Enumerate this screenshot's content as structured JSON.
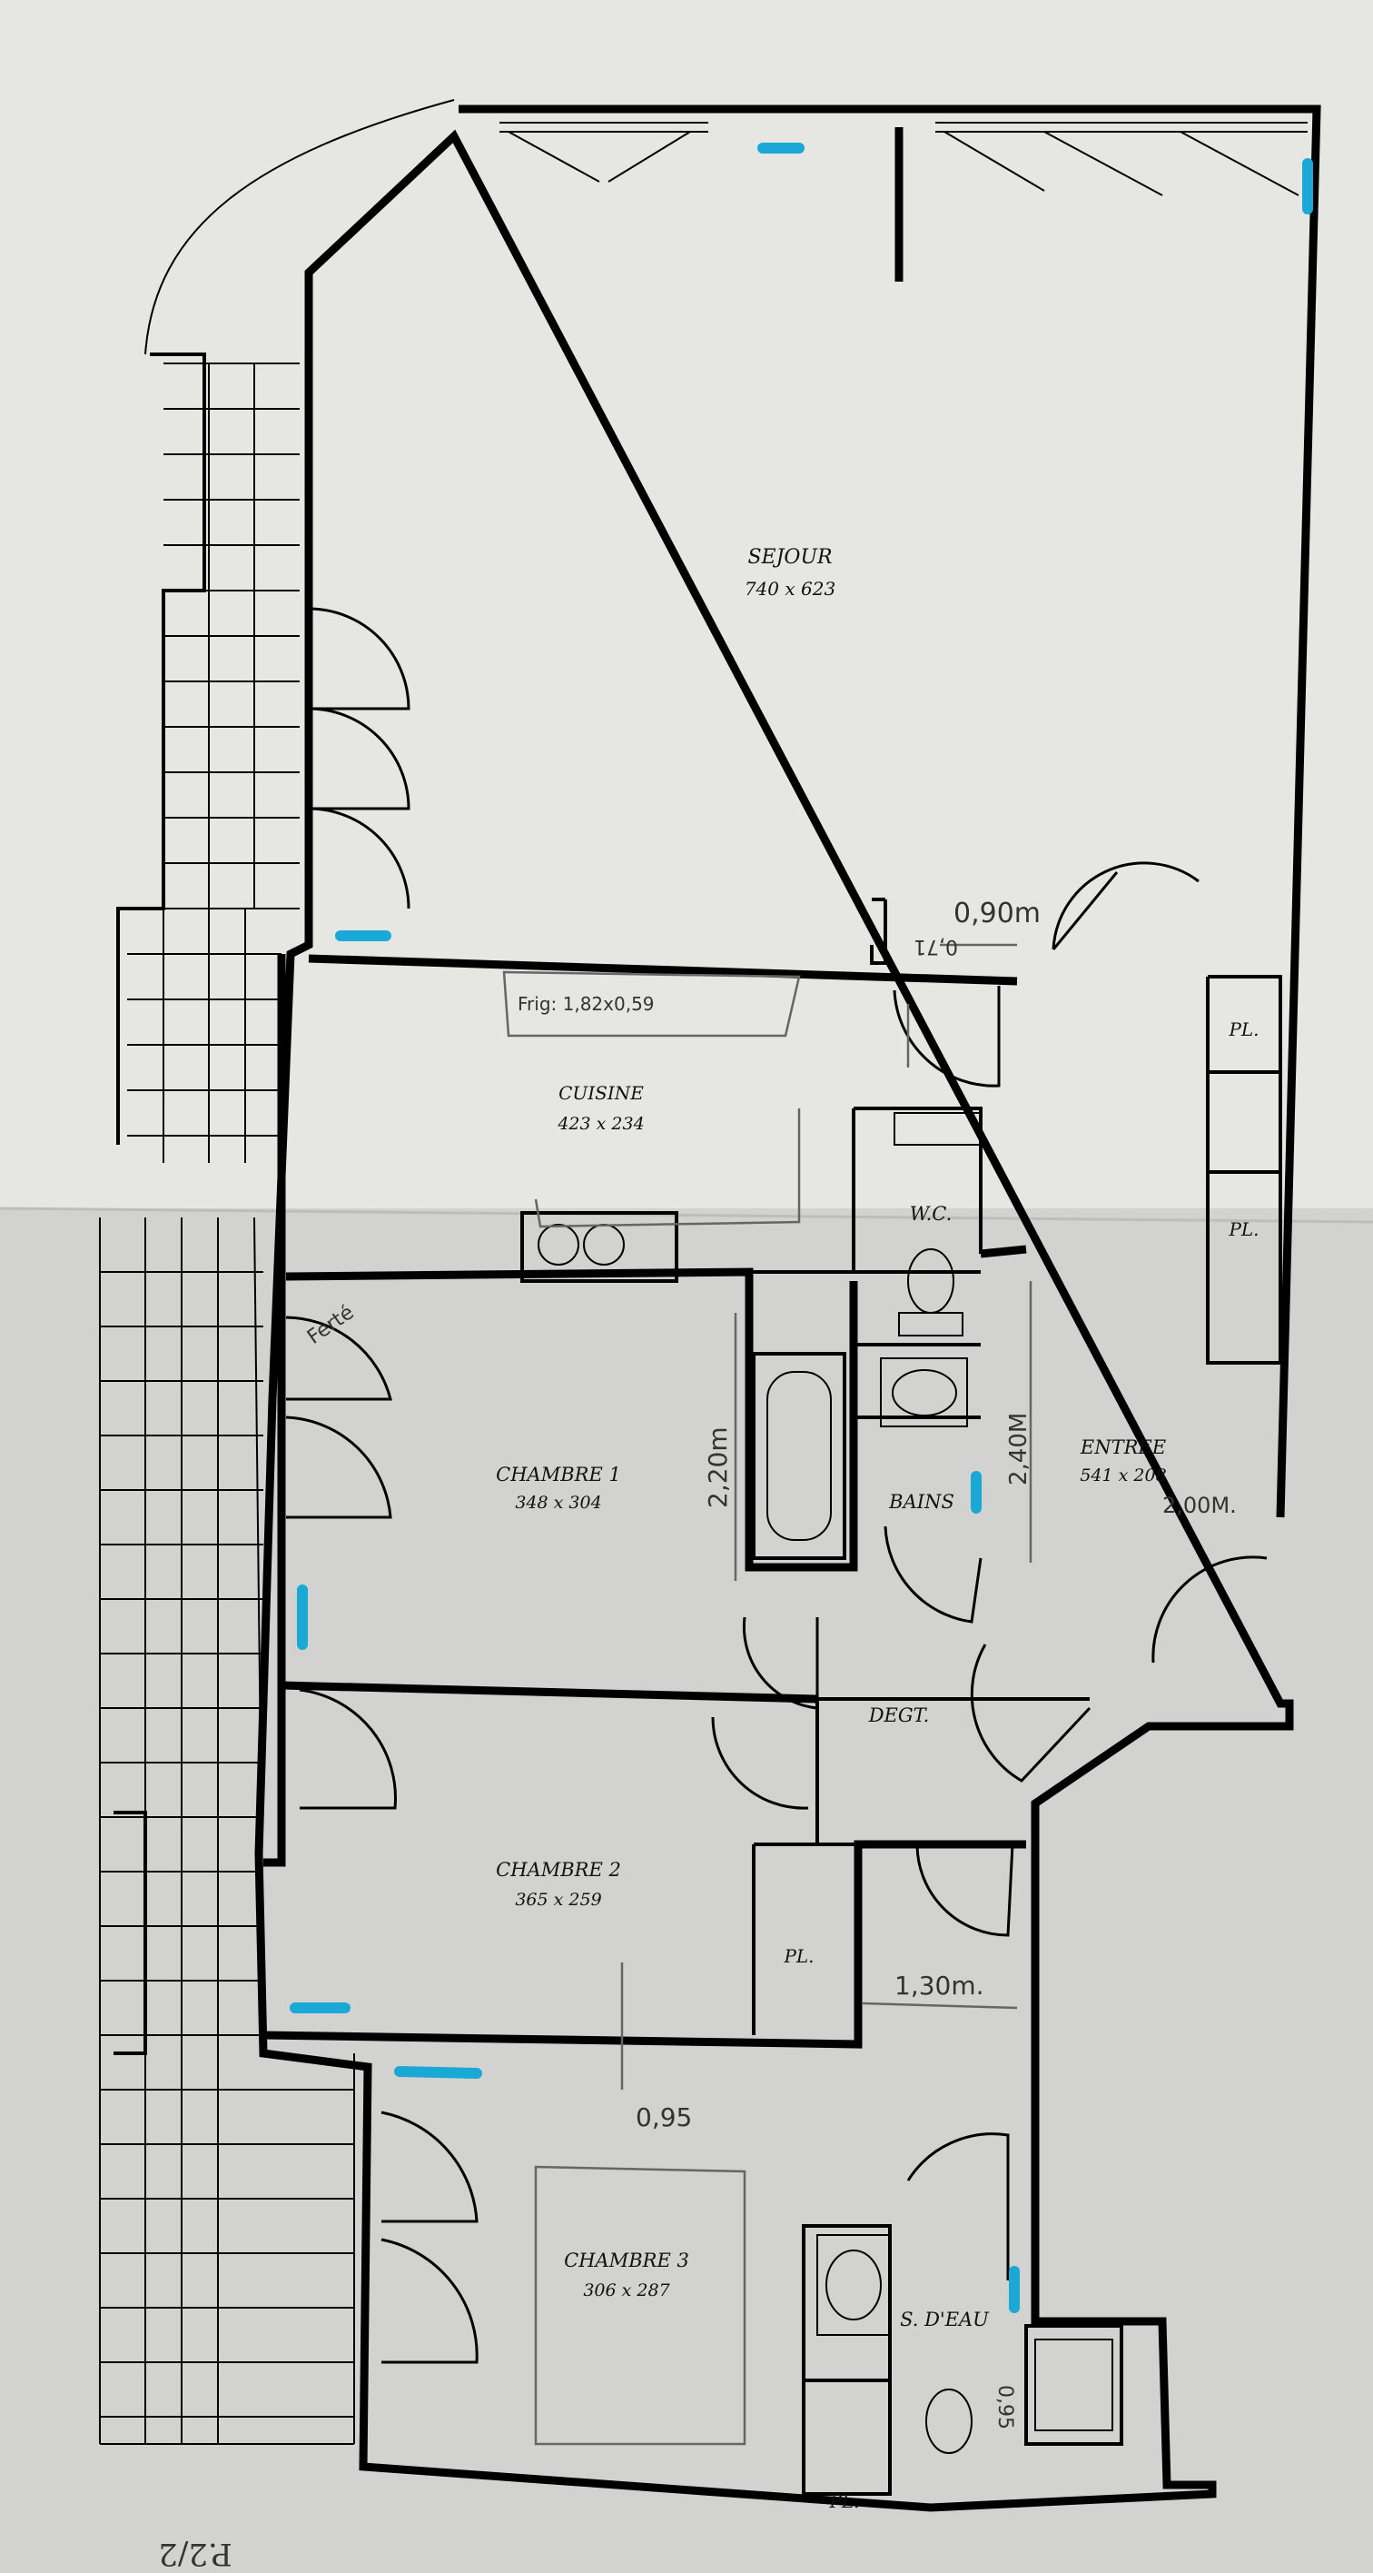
{
  "rooms": {
    "sejour": {
      "name": "SEJOUR",
      "dims": "740 x 623"
    },
    "cuisine": {
      "name": "CUISINE",
      "dims": "423 x 234"
    },
    "wc": {
      "name": "W.C."
    },
    "chambre1": {
      "name": "CHAMBRE 1",
      "dims": "348 x 304"
    },
    "bains": {
      "name": "BAINS"
    },
    "entree": {
      "name": "ENTREE",
      "dims": "541 x 208"
    },
    "degt": {
      "name": "DEGT."
    },
    "chambre2": {
      "name": "CHAMBRE 2",
      "dims": "365 x 259"
    },
    "chambre3": {
      "name": "CHAMBRE 3",
      "dims": "306 x 287"
    },
    "sdeau": {
      "name": "S. D'EAU"
    }
  },
  "closets": [
    "PL.",
    "PL.",
    "PL.",
    "PL."
  ],
  "handwritten": {
    "sejour_door": "0,90m",
    "sejour_door_small": "0,71",
    "frigo": "Frig: 1,82x0,59",
    "chambre1_height": "2,20m",
    "bains_height": "2,40M",
    "entree_width": "2,00M.",
    "degt_width": "1,30m.",
    "chambre3_gap": "0,95",
    "rotated_note": "Ferté",
    "sdeau_note": "0,95"
  },
  "page_footer": "P.2/2",
  "colors": {
    "wall": "#000000",
    "marker": "#1aa9d6",
    "paper_top": "#e6e6e3",
    "paper_bottom": "#d2d2d0",
    "pencil": "#666666"
  }
}
